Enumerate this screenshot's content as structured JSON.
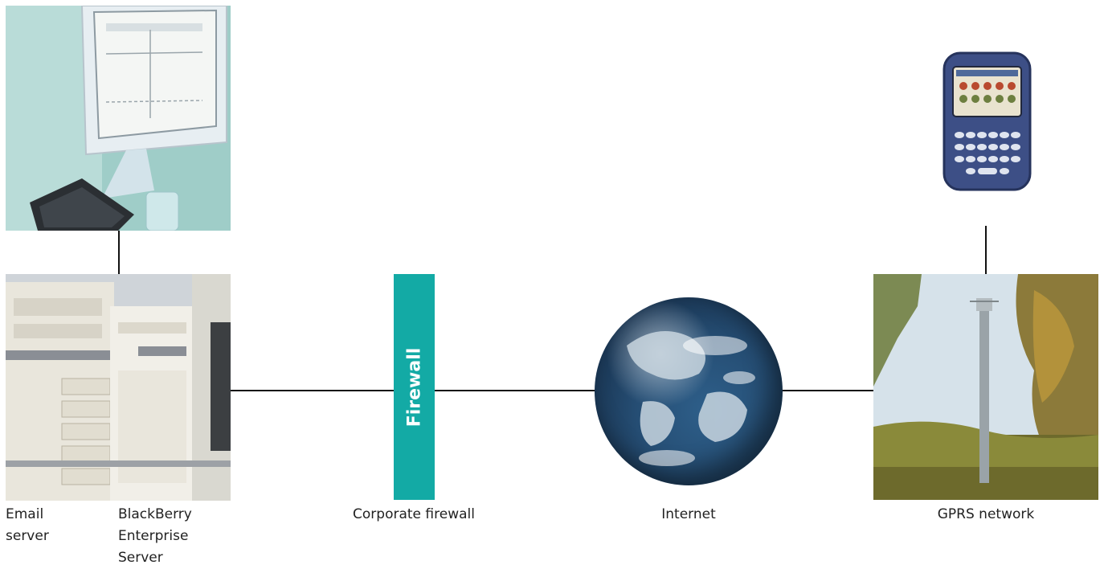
{
  "diagram": {
    "firewall_bar_text": "Firewall",
    "labels": {
      "email_server_line1": "Email",
      "email_server_line2": "server",
      "bes_line1": "BlackBerry",
      "bes_line2": "Enterprise",
      "bes_line3": "Server",
      "corporate_firewall": "Corporate firewall",
      "internet": "Internet",
      "gprs_network": "GPRS network"
    },
    "colors": {
      "firewall": "#13aaa5",
      "connector": "#111111"
    },
    "icons": [
      "desktop-computer-icon",
      "server-rack-icon",
      "globe-icon",
      "cell-tower-icon",
      "blackberry-device-icon"
    ]
  }
}
